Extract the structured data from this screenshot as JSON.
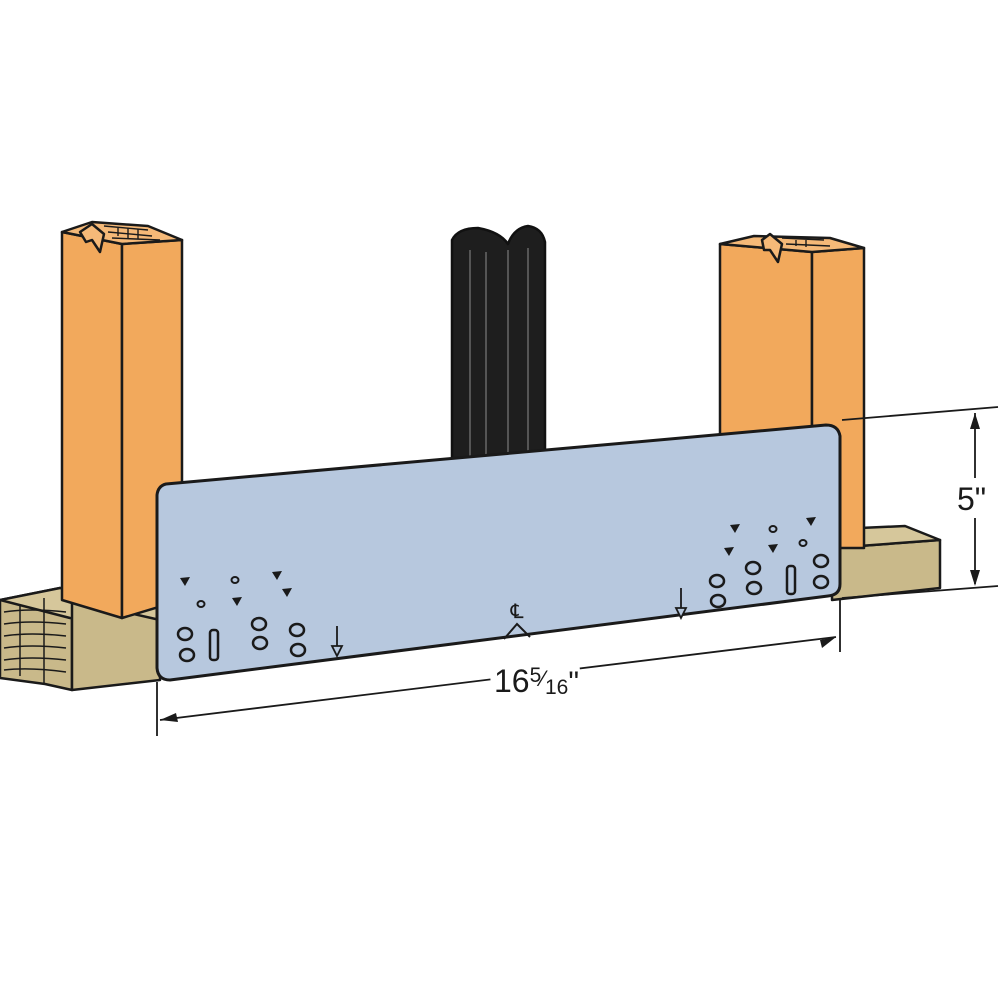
{
  "diagram": {
    "colors": {
      "wood": "#f2a95c",
      "wood_dark": "#e39a4f",
      "sill": "#c9b98a",
      "sill_dark": "#b8a777",
      "rebar": "#1e1e1e",
      "plate": "#b7c8de",
      "outline": "#1a1a1a"
    },
    "dimensions": {
      "width": {
        "whole": "16",
        "numerator": "5",
        "denominator": "16",
        "unit": "\""
      },
      "height": {
        "value": "5",
        "unit": "\""
      }
    },
    "centerline_symbol": "℄",
    "icons": [
      "down-arrow-icon",
      "centerline-icon"
    ]
  }
}
